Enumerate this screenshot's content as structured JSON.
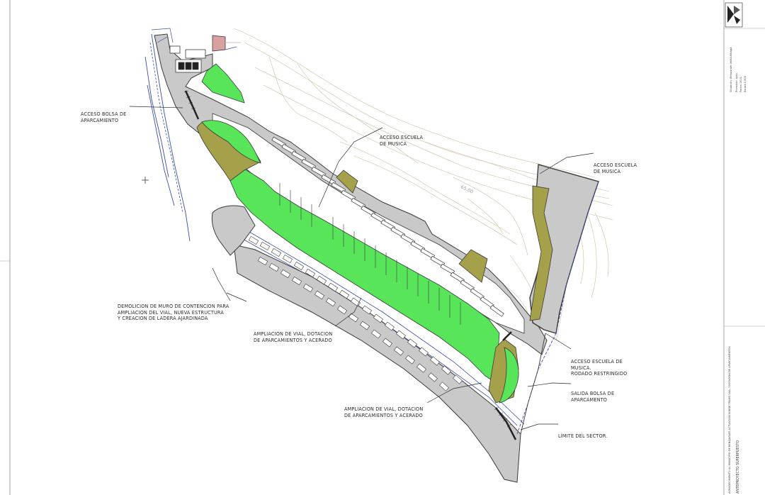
{
  "labels": {
    "acceso_bolsa": [
      "ACCESO BOLSA DE",
      "APARCAMIENTO"
    ],
    "acceso_escuela_1": [
      "ACCESO ESCUELA",
      "DE MUSICA"
    ],
    "acceso_escuela_2": [
      "ACCESO ESCUELA",
      "DE MUSICA"
    ],
    "demolicion": [
      "DEMOLICION DE MURO DE CONTENCION PARA",
      "AMPLIACION DEL VIAL, NUEVA ESTRUCTURA",
      "Y CREACION DE LADERA AJARDINADA"
    ],
    "ampliacion_1": [
      "AMPLIACION DE VIAL, DOTACION",
      "DE APARCAMIENTOS Y ACERADO"
    ],
    "ampliacion_2": [
      "AMPLIACION DE VIAL, DOTACION",
      "DE APARCAMIENTOS Y ACERADO"
    ],
    "acceso_rodado": [
      "ACCESO ESCUELA DE",
      "MUSICA.",
      "RODADO RESTRINGIDO"
    ],
    "salida_bolsa": [
      "SALIDA BOLSA DE",
      "APARCAMENTO"
    ],
    "limite": "LÍMITE DEL SECTOR."
  },
  "elevation": "65.00",
  "title_block": {
    "project_line": "ANTEPROYECTO SUPERPUESTO",
    "address_line": "AGRADECIMIENTO AL MUNICIPIO DE BENAJARAFE ACTUACION SOBRE TRAMO VIAL / DOTACION DE APARCAMIENTOS",
    "side_notes": [
      "Situación: Benajarafe Vélez-Málaga",
      "Promotor: Ayto.",
      "Fecha: 2021",
      "Escala 1:500"
    ]
  },
  "colors": {
    "green": "#58e55a",
    "olive": "#a5a04a",
    "gray": "#c9c9c9",
    "line": "#3a3a3a",
    "blue": "#3a4fa8",
    "contour": "#c9b99a"
  }
}
